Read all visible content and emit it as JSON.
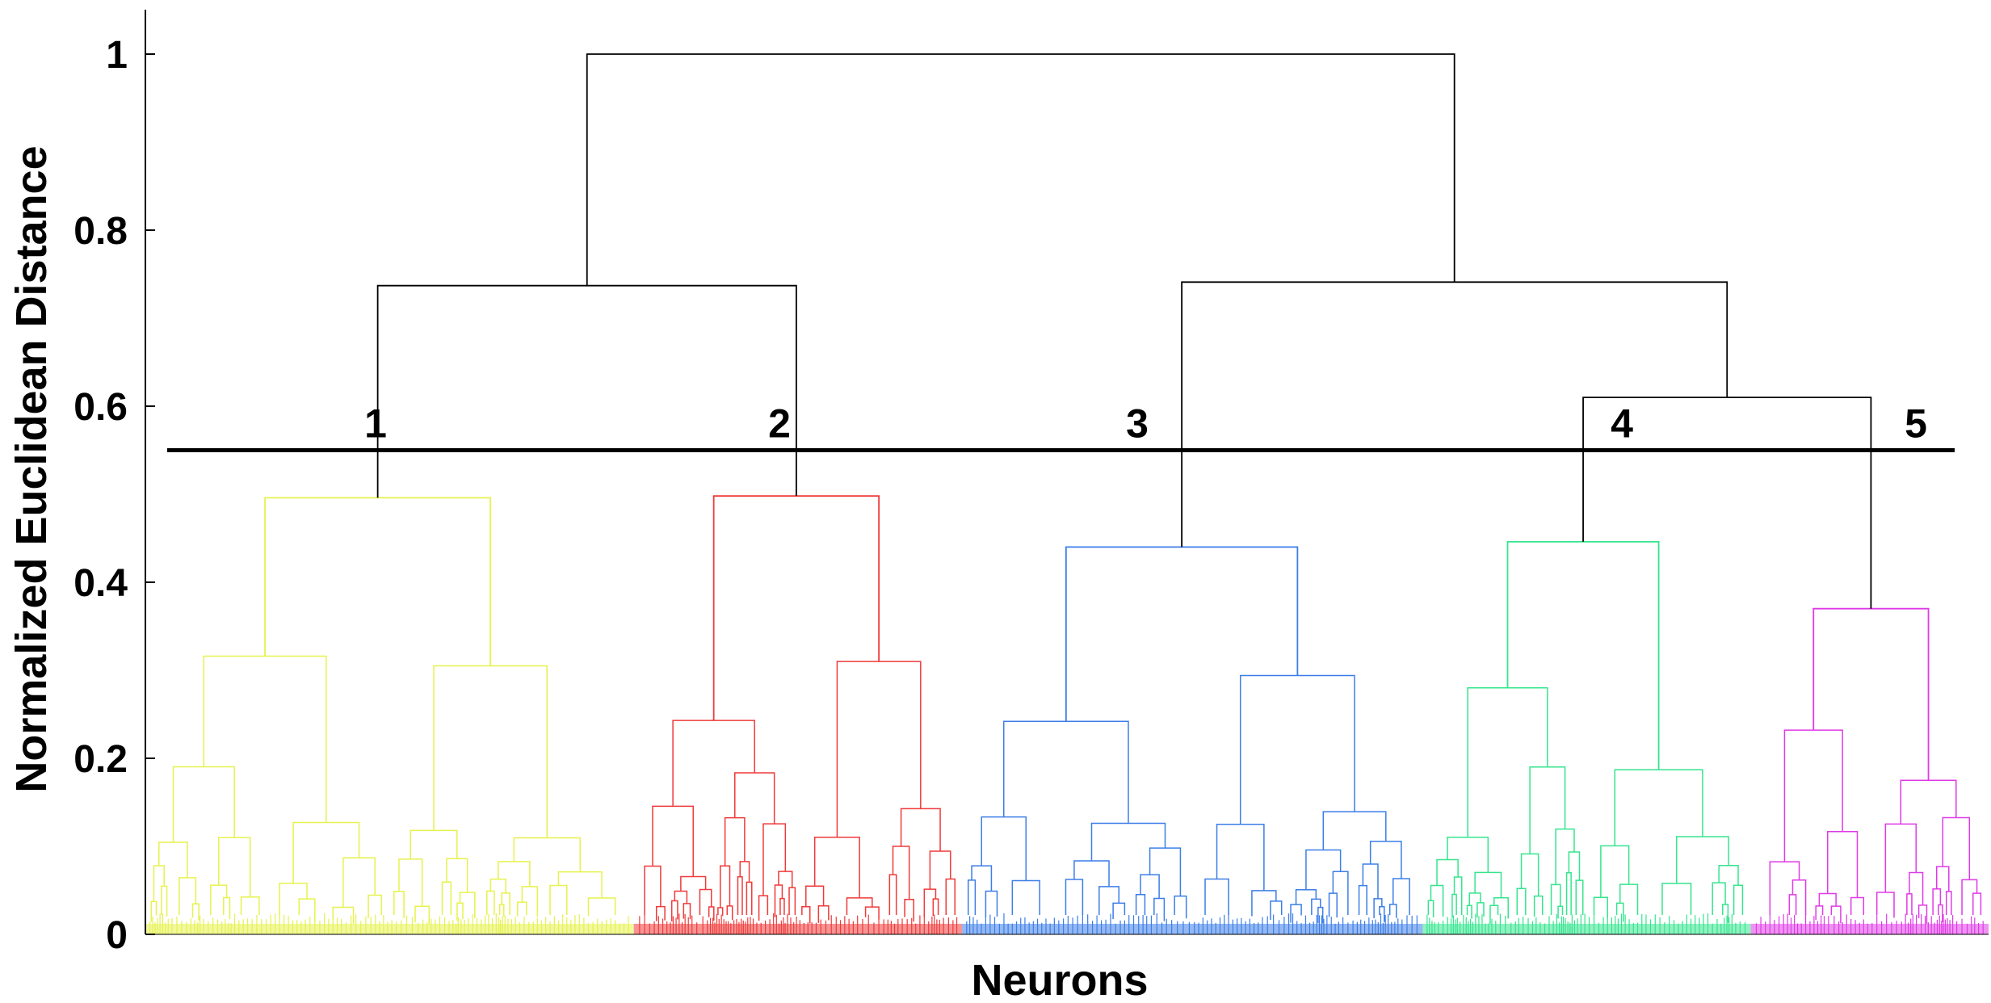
{
  "chart_data": {
    "type": "dendrogram",
    "xlabel": "Neurons",
    "ylabel": "Normalized Euclidean Distance",
    "ylim": [
      0,
      1.05
    ],
    "yticks": [
      0,
      0.2,
      0.4,
      0.6,
      0.8,
      1
    ],
    "ytick_labels": [
      "0",
      "0.2",
      "0.4",
      "0.6",
      "0.8",
      "1"
    ],
    "threshold": 0.55,
    "clusters": [
      {
        "label": "1",
        "color": "#e6f24d",
        "merge_height": 0.496,
        "subclusters": [
          0.316,
          0.305
        ],
        "leaf_share": 0.265
      },
      {
        "label": "2",
        "color": "#f03a3a",
        "merge_height": 0.498,
        "subclusters": [
          0.243,
          0.31
        ],
        "leaf_share": 0.178
      },
      {
        "label": "3",
        "color": "#3c7ee8",
        "merge_height": 0.44,
        "subclusters": [
          0.242,
          0.294
        ],
        "leaf_share": 0.25
      },
      {
        "label": "4",
        "color": "#35e58e",
        "merge_height": 0.446,
        "subclusters": [
          0.28,
          0.187
        ],
        "leaf_share": 0.178
      },
      {
        "label": "5",
        "color": "#e03ae8",
        "merge_height": 0.37,
        "subclusters": [
          0.232,
          0.175
        ],
        "leaf_share": 0.129
      }
    ],
    "links": [
      {
        "left": "1",
        "right": "2",
        "height": 0.737
      },
      {
        "left": "4",
        "right": "5",
        "height": 0.61
      },
      {
        "left": "3",
        "right": "4+5",
        "height": 0.741
      },
      {
        "left": "1+2",
        "right": "3+4+5",
        "height": 1.0
      }
    ],
    "link_color": "#000000",
    "threshold_color": "#000000"
  }
}
